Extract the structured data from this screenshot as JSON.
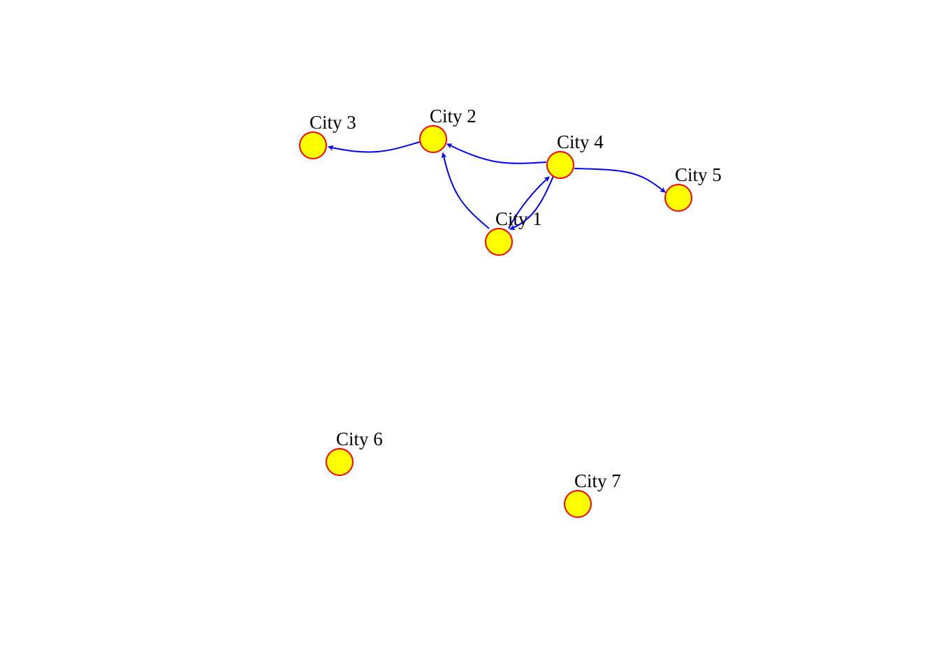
{
  "graph": {
    "directed": true,
    "colors": {
      "node_fill": "#ffff00",
      "node_stroke": "#ff0000",
      "edge": "#0000ff",
      "label": "#000000",
      "background": "#ffffff"
    },
    "nodes": [
      {
        "id": "city1",
        "label": "City 1"
      },
      {
        "id": "city2",
        "label": "City 2"
      },
      {
        "id": "city3",
        "label": "City 3"
      },
      {
        "id": "city4",
        "label": "City 4"
      },
      {
        "id": "city5",
        "label": "City 5"
      },
      {
        "id": "city6",
        "label": "City 6"
      },
      {
        "id": "city7",
        "label": "City 7"
      }
    ],
    "edges": [
      {
        "from": "city2",
        "to": "city3"
      },
      {
        "from": "city4",
        "to": "city2"
      },
      {
        "from": "city1",
        "to": "city2"
      },
      {
        "from": "city1",
        "to": "city4"
      },
      {
        "from": "city4",
        "to": "city1"
      },
      {
        "from": "city4",
        "to": "city5"
      }
    ]
  }
}
